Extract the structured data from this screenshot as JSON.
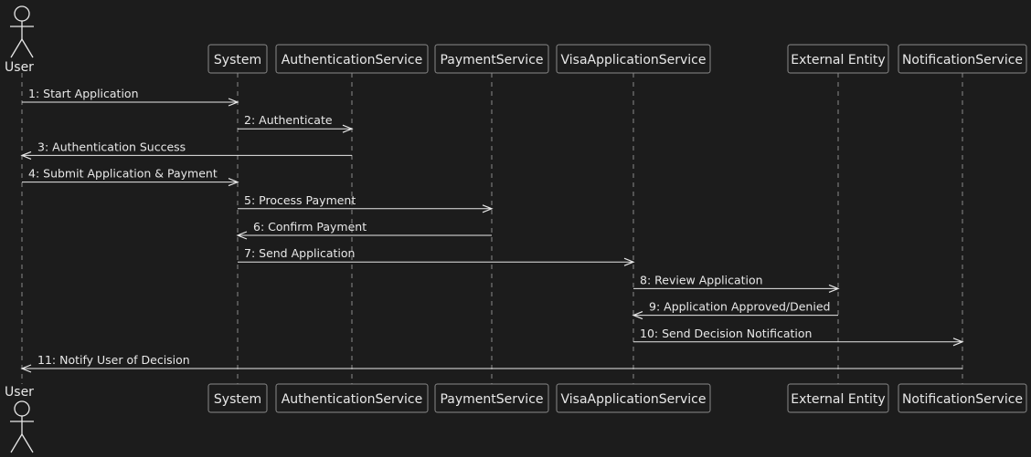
{
  "participants": [
    {
      "id": "user",
      "label": "User",
      "kind": "actor"
    },
    {
      "id": "system",
      "label": "System",
      "kind": "box"
    },
    {
      "id": "auth",
      "label": "AuthenticationService",
      "kind": "box"
    },
    {
      "id": "payment",
      "label": "PaymentService",
      "kind": "box"
    },
    {
      "id": "visa",
      "label": "VisaApplicationService",
      "kind": "box"
    },
    {
      "id": "external",
      "label": "External Entity",
      "kind": "box"
    },
    {
      "id": "notify",
      "label": "NotificationService",
      "kind": "box"
    }
  ],
  "messages": [
    {
      "from": "user",
      "to": "system",
      "label": "1: Start Application"
    },
    {
      "from": "system",
      "to": "auth",
      "label": "2: Authenticate"
    },
    {
      "from": "auth",
      "to": "user",
      "label": "3: Authentication Success"
    },
    {
      "from": "user",
      "to": "system",
      "label": "4: Submit Application & Payment"
    },
    {
      "from": "system",
      "to": "payment",
      "label": "5: Process Payment"
    },
    {
      "from": "payment",
      "to": "system",
      "label": "6: Confirm Payment"
    },
    {
      "from": "system",
      "to": "visa",
      "label": "7: Send Application"
    },
    {
      "from": "visa",
      "to": "external",
      "label": "8: Review Application"
    },
    {
      "from": "external",
      "to": "visa",
      "label": "9: Application Approved/Denied"
    },
    {
      "from": "visa",
      "to": "notify",
      "label": "10: Send Decision Notification"
    },
    {
      "from": "notify",
      "to": "user",
      "label": "11: Notify User of Decision"
    }
  ],
  "colors": {
    "background": "#1c1c1c",
    "line": "#e8e8e8",
    "lifeline": "#8a8a8a",
    "box_fill": "#1c1c1c",
    "box_stroke": "#8a8a8a",
    "text": "#e8e8e8"
  }
}
